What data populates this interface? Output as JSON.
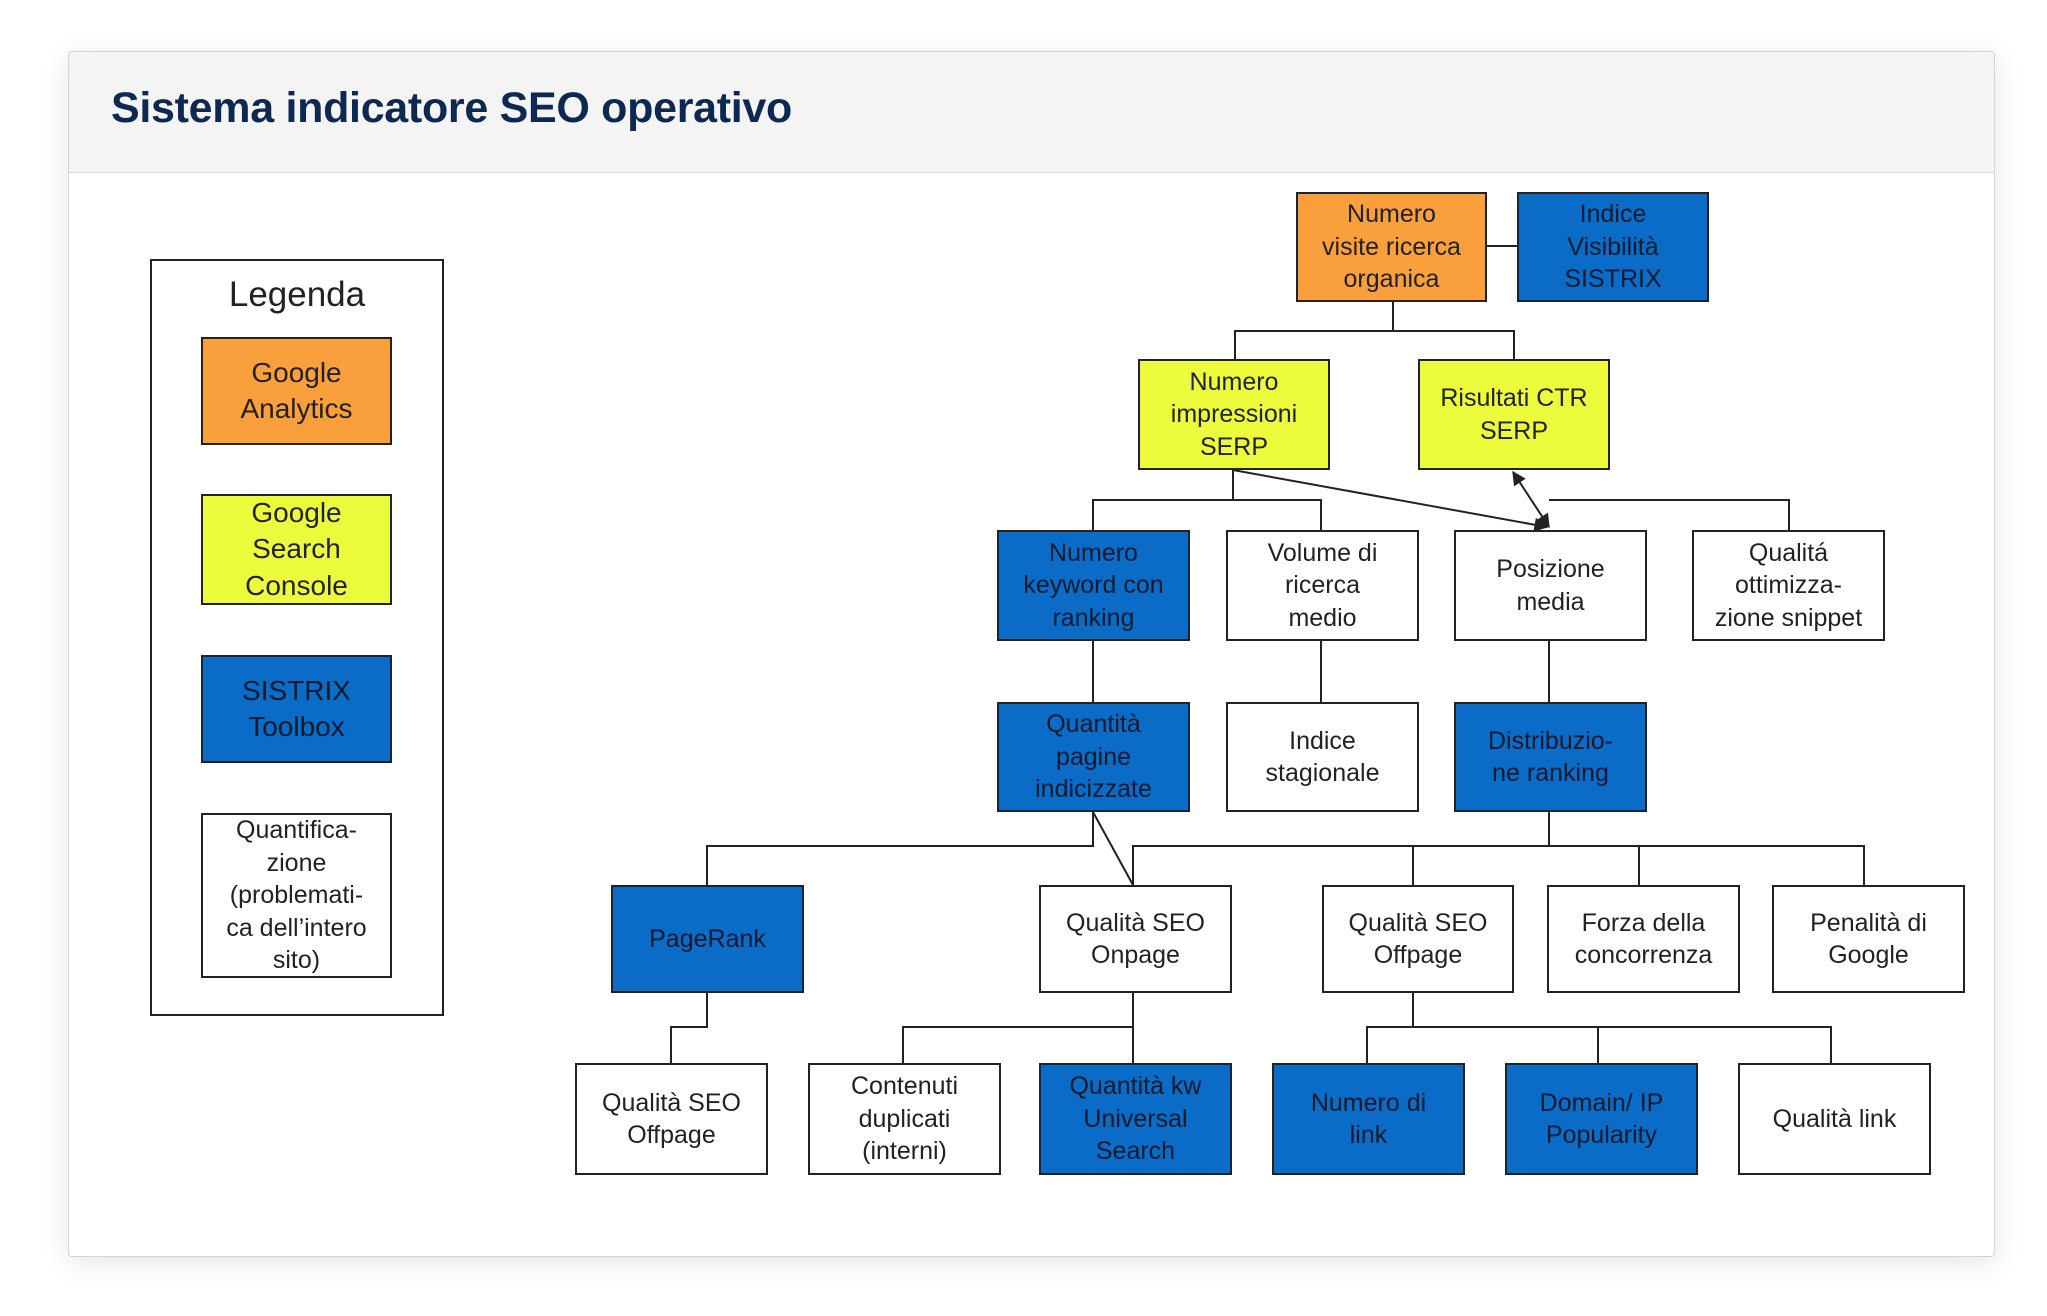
{
  "page": {
    "title": "Sistema indicatore SEO operativo"
  },
  "colors": {
    "orange": "#f99f3b",
    "yellow": "#ecfb3b",
    "blue": "#0b6cc7",
    "white": "#ffffff",
    "title": "#0d2951"
  },
  "legend": {
    "title": "Legenda",
    "items": [
      {
        "label": "Google\nAnalytics",
        "color": "orange"
      },
      {
        "label": "Google\nSearch\nConsole",
        "color": "yellow"
      },
      {
        "label": "SISTRIX\nToolbox",
        "color": "blue"
      },
      {
        "label": "Quantifica-\nzione\n(problemati-\nca dell’intero\nsito)",
        "color": "white"
      }
    ]
  },
  "nodes": {
    "visite": {
      "label": "Numero\nvisite ricerca\norganica",
      "color": "orange"
    },
    "visibilita": {
      "label": "Indice\nVisibilità\nSISTRIX",
      "color": "blue"
    },
    "impressioni": {
      "label": "Numero\nimpressioni\nSERP",
      "color": "yellow"
    },
    "ctr": {
      "label": "Risultati CTR\nSERP",
      "color": "yellow"
    },
    "keyword": {
      "label": "Numero\nkeyword con\nranking",
      "color": "blue"
    },
    "volume": {
      "label": "Volume di\nricerca\nmedio",
      "color": "white"
    },
    "posizione": {
      "label": "Posizione\nmedia",
      "color": "white"
    },
    "snippet": {
      "label": "Qualitá\nottimizza-\nzione snippet",
      "color": "white"
    },
    "pagine": {
      "label": "Quantità\npagine\nindicizzate",
      "color": "blue"
    },
    "stagionale": {
      "label": "Indice\nstagionale",
      "color": "white"
    },
    "distribuzione": {
      "label": "Distribuzio-\nne ranking",
      "color": "blue"
    },
    "pagerank": {
      "label": "PageRank",
      "color": "blue"
    },
    "onpage": {
      "label": "Qualità SEO\nOnpage",
      "color": "white"
    },
    "offpage": {
      "label": "Qualità SEO\nOffpage",
      "color": "white"
    },
    "concorrenza": {
      "label": "Forza della\nconcorrenza",
      "color": "white"
    },
    "penalita": {
      "label": "Penalità di\nGoogle",
      "color": "white"
    },
    "offpage2": {
      "label": "Qualità SEO\nOffpage",
      "color": "white"
    },
    "duplicati": {
      "label": "Contenuti\nduplicati\n(interni)",
      "color": "white"
    },
    "universal": {
      "label": "Quantità kw\nUniversal\nSearch",
      "color": "blue"
    },
    "link": {
      "label": "Numero di\nlink",
      "color": "blue"
    },
    "domain": {
      "label": "Domain/ IP\nPopularity",
      "color": "blue"
    },
    "qualitalink": {
      "label": "Qualità link",
      "color": "white"
    }
  }
}
